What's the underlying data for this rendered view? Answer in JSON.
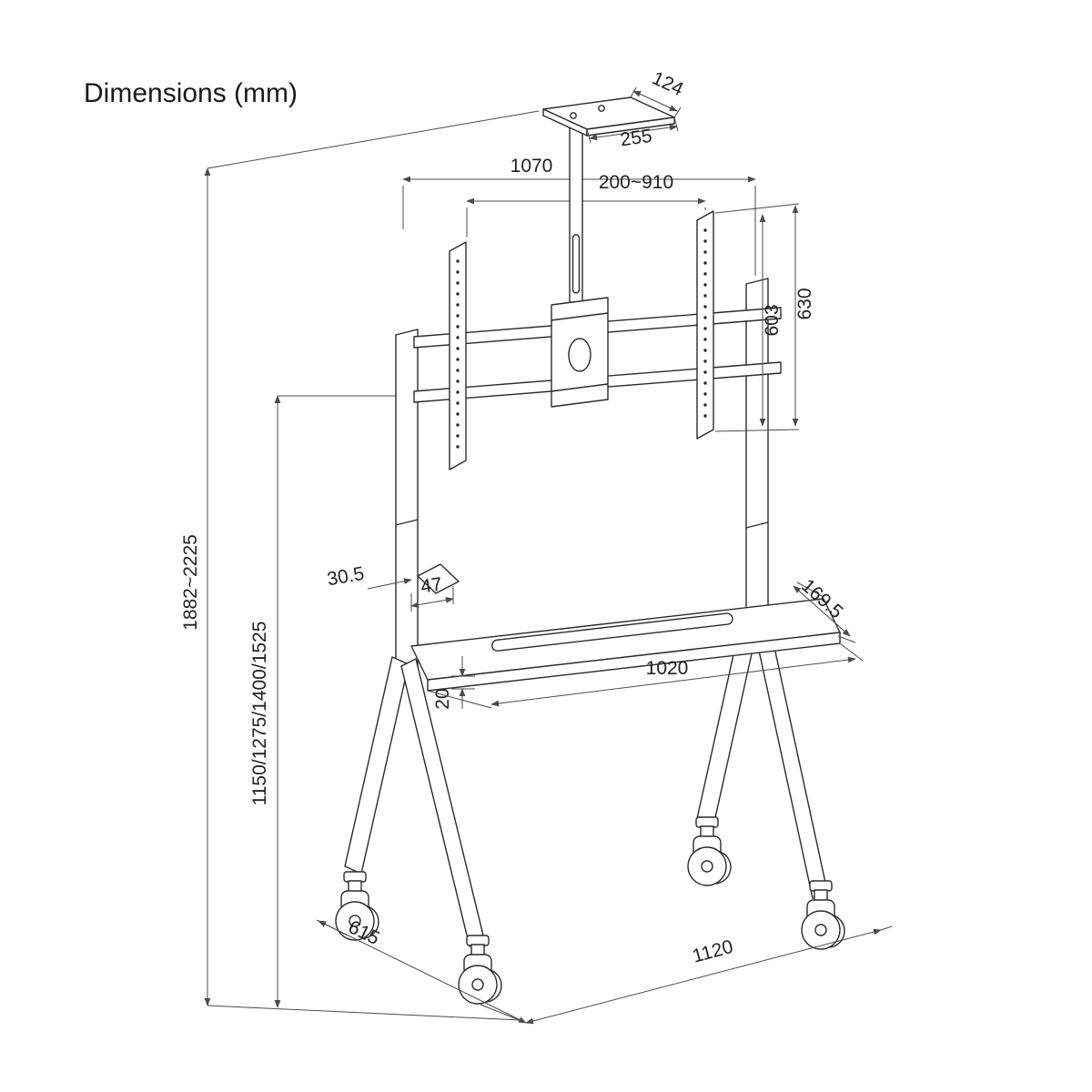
{
  "title": "Dimensions (mm)",
  "diagram": {
    "type": "technical-line-drawing",
    "subject": "mobile-tv-floor-stand-with-casters",
    "units": "mm",
    "labels": {
      "top_plate_depth": "124",
      "top_plate_width": "255",
      "upper_bar_width": "1070",
      "bracket_width_range": "200~910",
      "bracket_height_inner": "603",
      "bracket_height_outer": "630",
      "overall_height_range": "1882~2225",
      "column_height_options": "1150/1275/1400/1525",
      "support_thickness": "30.5",
      "support_width": "47",
      "shelf_depth": "169.5",
      "shelf_width": "1020",
      "shelf_front_height": "20",
      "base_depth": "615",
      "base_width": "1120"
    }
  }
}
